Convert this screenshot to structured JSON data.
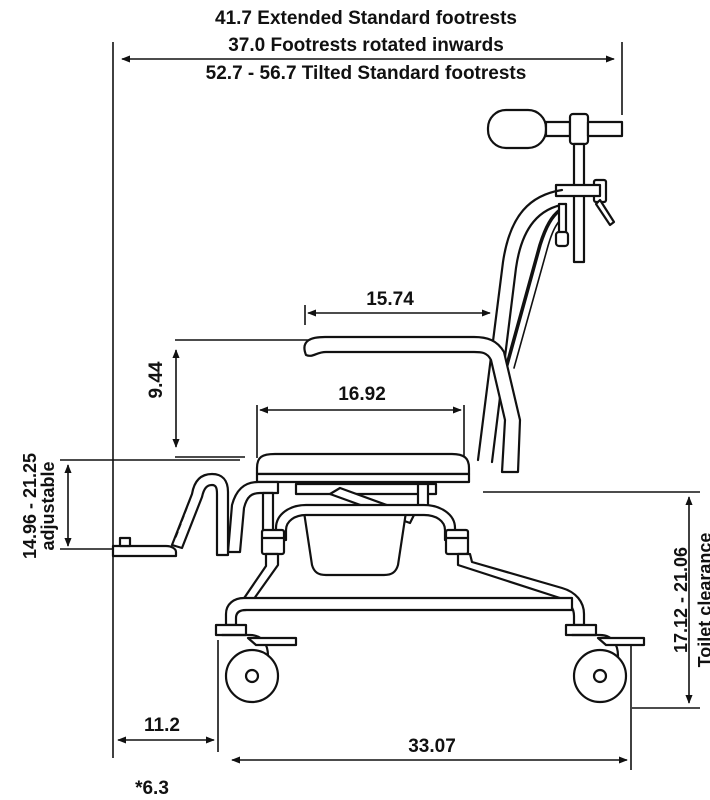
{
  "colors": {
    "line": "#111111",
    "background": "#ffffff",
    "seat": "#ffffff"
  },
  "overall_width": {
    "extended": "41.7 Extended Standard footrests",
    "rotated": "37.0 Footrests rotated inwards",
    "tilted": "52.7 - 56.7 Tilted Standard footrests"
  },
  "armrest_length": "15.74",
  "seat_width": "16.92",
  "armrest_height": "9.44",
  "footrest_height": {
    "value": "14.96 - 21.25",
    "note": "adjustable"
  },
  "toilet_clearance": {
    "value": "17.12 - 21.06",
    "note": "Toilet clearance"
  },
  "footrest_depth": "11.2",
  "wheelbase": "33.07",
  "footnote": "*6.3"
}
